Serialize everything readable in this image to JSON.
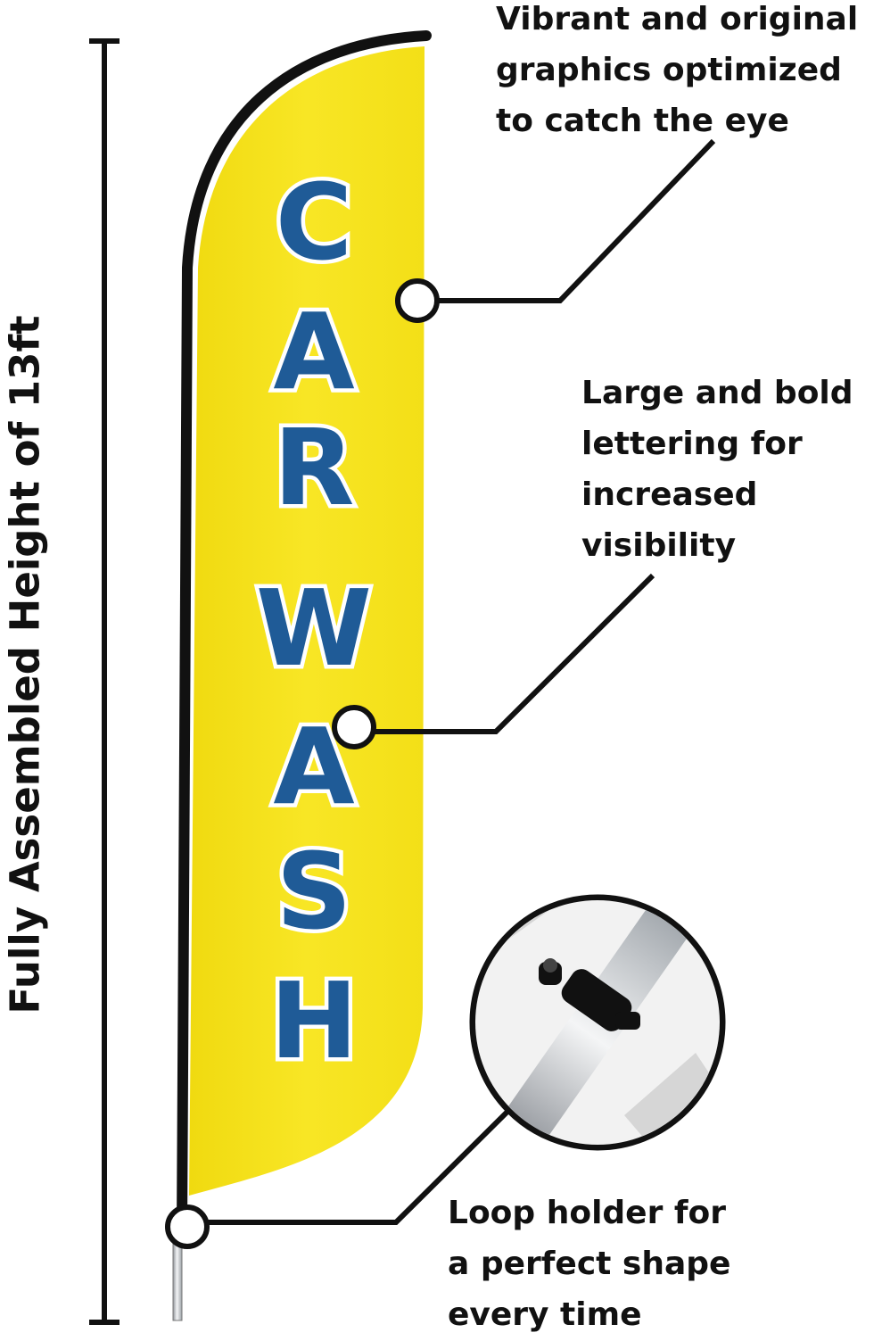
{
  "flag": {
    "letters": [
      "C",
      "A",
      "R",
      "W",
      "A",
      "S",
      "H"
    ],
    "fabric_color": "#f5e21a",
    "letter_color": "#1f5b97",
    "edge_color": "#111111"
  },
  "height_label": "Fully Assembled Height of 13ft",
  "callouts": {
    "graphics": {
      "line1": "Vibrant and original",
      "line2": "graphics optimized",
      "line3": "to catch the eye"
    },
    "lettering": {
      "line1": "Large and bold",
      "line2": "lettering for",
      "line3": "increased",
      "line4": "visibility"
    },
    "loop": {
      "line1": "Loop holder for",
      "line2": "a perfect shape",
      "line3": "every time"
    }
  },
  "icons": [
    "loop-holder-detail-image"
  ]
}
